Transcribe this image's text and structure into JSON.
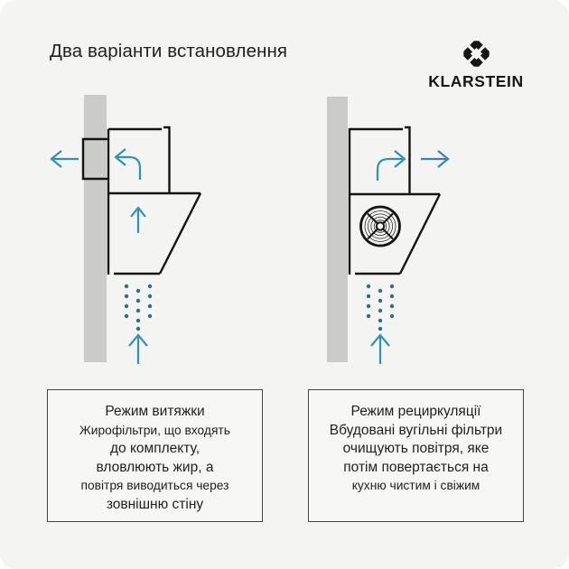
{
  "header": {
    "title": "Два варіанти встановлення",
    "brand": "KLARSTEIN"
  },
  "icons": {
    "brand_icon": "klarstein-diamond-aperture",
    "fan_icon": "recirculation-fan",
    "arrows": [
      "exhaust-out-left-arrow",
      "duct-curve-left-arrow",
      "hood-up-arrow",
      "steam-up-arrow",
      "recirc-curve-right-arrow",
      "air-out-right-arrow"
    ]
  },
  "boxes": {
    "duct": {
      "lines": [
        "Режим витяжки",
        "Жирофільтри, що входять",
        "до комплекту,",
        "вловлюють жир, а",
        "повітря виводиться через",
        "зовнішню стіну"
      ]
    },
    "recirculation": {
      "lines": [
        "Режим рециркуляції",
        "Вбудовані вугільні фільтри",
        "очищують повітря, яке",
        "потім повертається на",
        "кухню чистим і свіжим"
      ]
    }
  },
  "colors": {
    "background": "#f4f4f3",
    "wall": "#cbcbca",
    "line": "#141414",
    "arrow_teal": "#2e93b4",
    "arrow_blue": "#3d7fc2",
    "dot": "#2e6e80",
    "box_border": "#454545",
    "box_bg": "#f7f7f6",
    "text": "#1f1f1f",
    "brand": "#161616"
  }
}
